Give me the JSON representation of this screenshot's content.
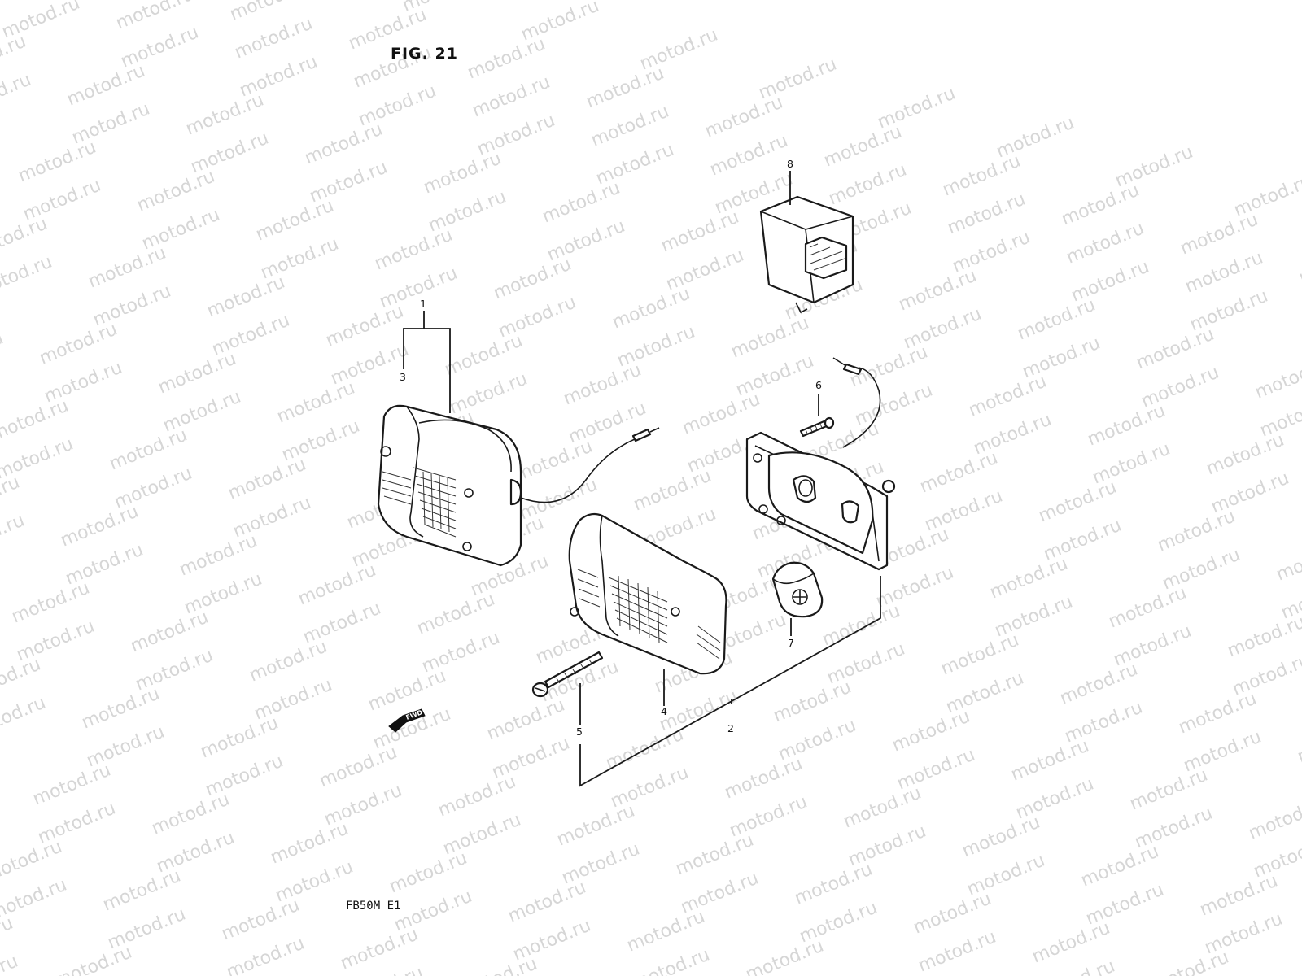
{
  "figure": {
    "title": "FIG. 21",
    "model_code": "FB50M E1",
    "direction_label": "FWD",
    "watermark_text": "motod.ru"
  },
  "callouts": [
    {
      "id": "1",
      "label": "1"
    },
    {
      "id": "2",
      "label": "2"
    },
    {
      "id": "3",
      "label": "3"
    },
    {
      "id": "4",
      "label": "4"
    },
    {
      "id": "5",
      "label": "5"
    },
    {
      "id": "6",
      "label": "6"
    },
    {
      "id": "7",
      "label": "7"
    },
    {
      "id": "8",
      "label": "8"
    }
  ],
  "colors": {
    "line": "#1a1a1a",
    "background": "#ffffff",
    "watermark": "#d6d6d6"
  }
}
